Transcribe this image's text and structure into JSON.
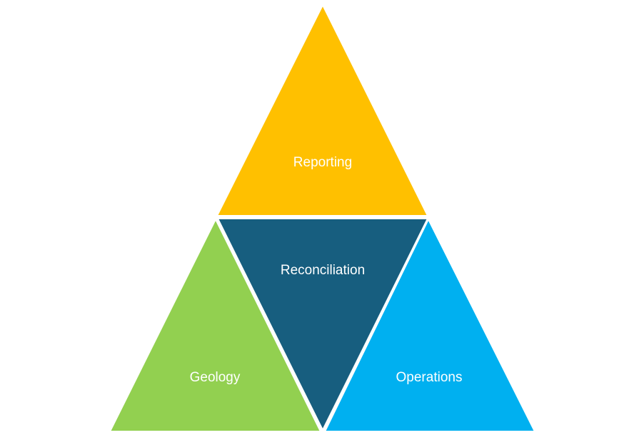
{
  "diagram": {
    "type": "triangle-pyramid",
    "segments": [
      {
        "id": "reporting",
        "label": "Reporting",
        "color": "#FFC000",
        "position": "top"
      },
      {
        "id": "reconciliation",
        "label": "Reconciliation",
        "color": "#175E7F",
        "position": "center"
      },
      {
        "id": "geology",
        "label": "Geology",
        "color": "#92D050",
        "position": "bottom-left"
      },
      {
        "id": "operations",
        "label": "Operations",
        "color": "#00B0F0",
        "position": "bottom-right"
      }
    ],
    "divider_color": "#FFFFFF"
  }
}
